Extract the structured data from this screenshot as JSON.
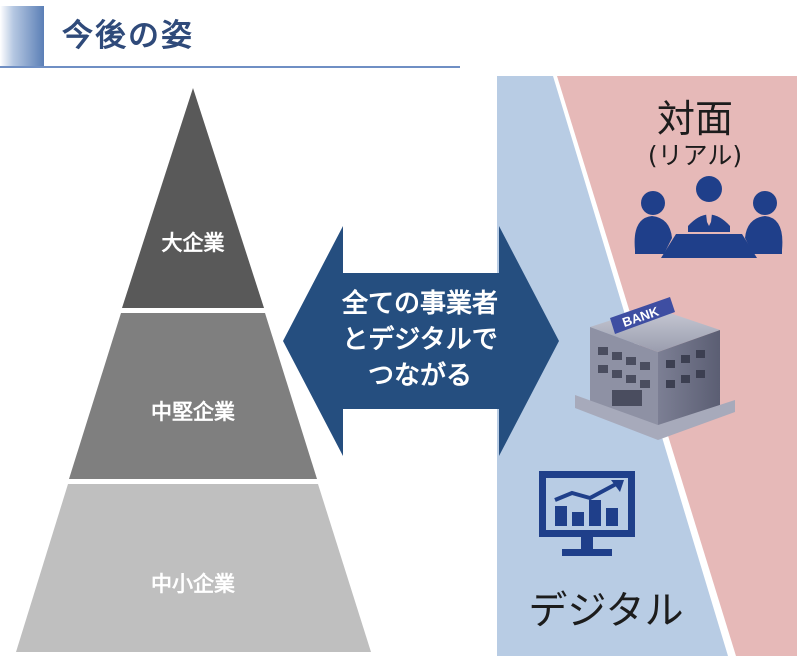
{
  "header": {
    "title": "今後の姿"
  },
  "pyramid": {
    "tiers": [
      {
        "label": "大企業"
      },
      {
        "label": "中堅企業"
      },
      {
        "label": "中小企業"
      }
    ]
  },
  "arrow": {
    "lines": [
      "全ての事業者",
      "とデジタルで",
      "つながる"
    ]
  },
  "channels": {
    "real": {
      "title": "対面",
      "subtitle": "(リアル)"
    },
    "digital": {
      "title": "デジタル"
    }
  },
  "bank": {
    "sign": "BANK"
  },
  "colors": {
    "title": "#2f4a7a",
    "pyramid_top": "#595959",
    "pyramid_mid": "#7f7f7f",
    "pyramid_bottom": "#bfbfbf",
    "arrow": "#254e7f",
    "digital_panel": "#b8cce4",
    "real_panel": "#e6b9b8",
    "icon_blue": "#1f3f8a"
  },
  "icons": [
    "meeting-people-icon",
    "bank-building-icon",
    "monitor-chart-icon"
  ]
}
